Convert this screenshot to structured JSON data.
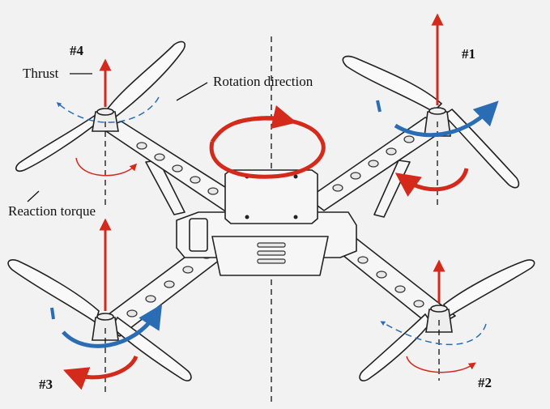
{
  "rotors": [
    {
      "id": "rotor-1",
      "label": "#1"
    },
    {
      "id": "rotor-2",
      "label": "#2"
    },
    {
      "id": "rotor-3",
      "label": "#3"
    },
    {
      "id": "rotor-4",
      "label": "#4"
    }
  ],
  "annotations": {
    "thrust": "Thrust",
    "rotation_direction": "Rotation direction",
    "reaction_torque": "Reaction torque"
  },
  "colors": {
    "thrust_arrow": "#d42a1c",
    "torque_arrow": "#d42a1c",
    "rotation_arrow": "#2a6db5",
    "background": "#f2f2f2"
  }
}
